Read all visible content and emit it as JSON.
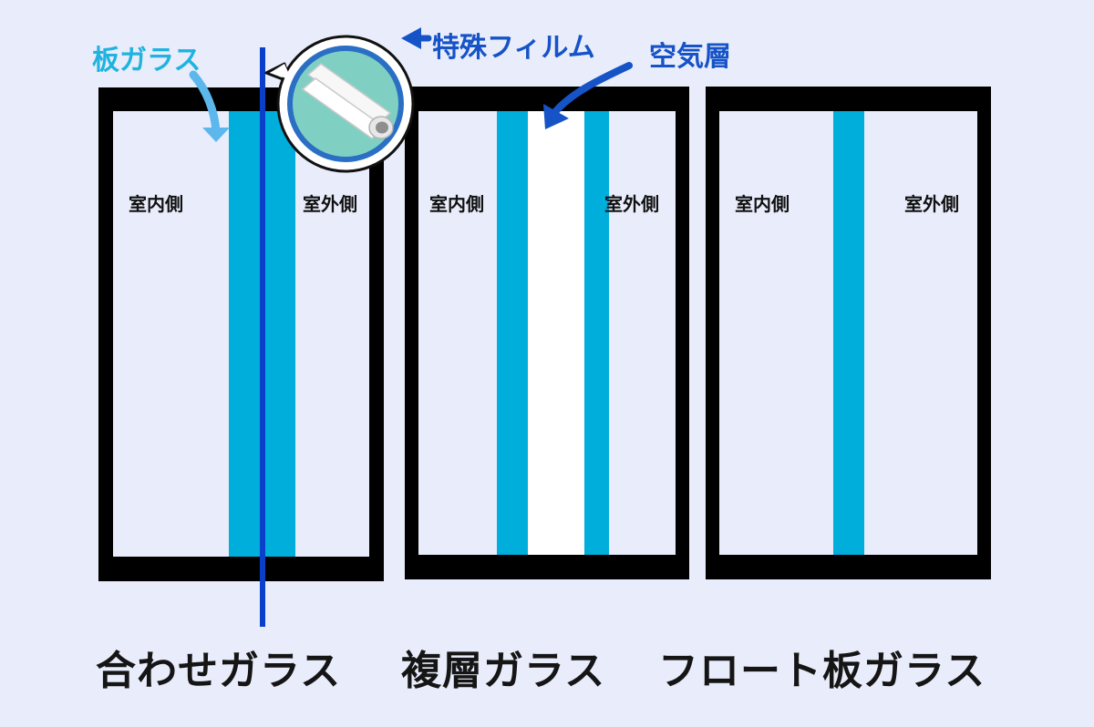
{
  "annotations": {
    "plate_glass": "板ガラス",
    "special_film": "特殊フィルム",
    "air_layer": "空気層"
  },
  "panels": [
    {
      "caption": "合わせガラス",
      "indoor": "室内側",
      "outdoor": "室外側"
    },
    {
      "caption": "複層ガラス",
      "indoor": "室内側",
      "outdoor": "室外側"
    },
    {
      "caption": "フロート板ガラス",
      "indoor": "室内側",
      "outdoor": "室外側"
    }
  ],
  "colors": {
    "background": "#e9edfb",
    "frame": "#000000",
    "glass": "#00aedb",
    "film_line": "#0a3fc9",
    "plate_glass_label": "#1fb3e0",
    "film_label": "#1553c7",
    "air_gap": "#ffffff"
  },
  "icons": [
    "film-roll-icon",
    "arrow-icon"
  ]
}
